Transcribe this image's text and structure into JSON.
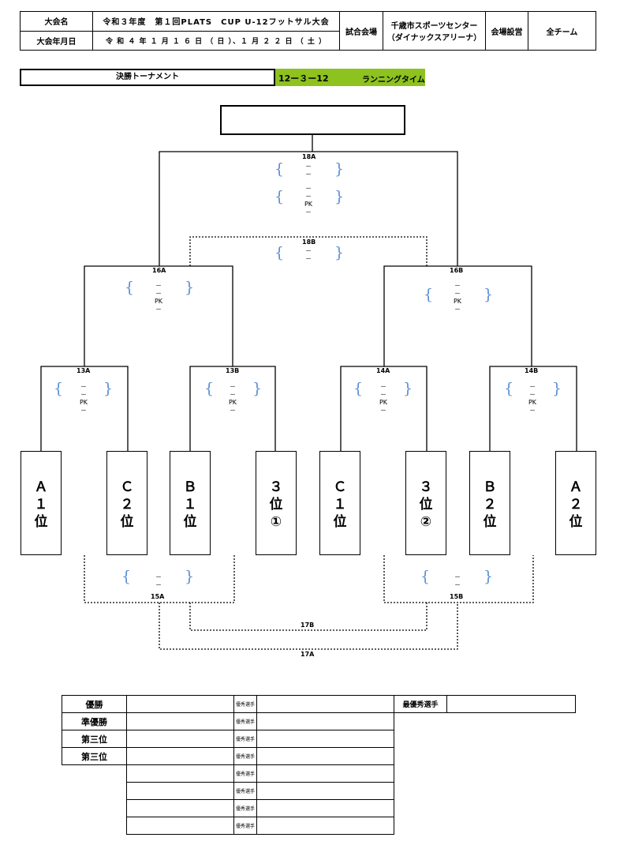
{
  "header": {
    "tournament_label": "大会名",
    "tournament_name": "令和３年度　第１回PLATS　CUP U-12フットサル大会",
    "date_label": "大会年月日",
    "date_value": "令 和 ４ 年 １ 月 １ ６ 日 （ 日 ）、１ 月 ２ ２ 日 （ 土 ）",
    "venue_label": "試合会場",
    "venue_line1": "千歳市スポーツセンター",
    "venue_line2": "（ダイナックスアリーナ）",
    "setup_label": "会場設営",
    "setup_value": "全チーム"
  },
  "section": {
    "title": "決勝トーナメント",
    "format": "12ー３ー12",
    "time_type": "ランニングタイム"
  },
  "matches": {
    "m18A": "18A",
    "m18B": "18B",
    "m16A": "16A",
    "m16B": "16B",
    "m13A": "13A",
    "m13B": "13B",
    "m14A": "14A",
    "m14B": "14B",
    "m15A": "15A",
    "m15B": "15B",
    "m17A": "17A",
    "m17B": "17B"
  },
  "score": {
    "dash": "－",
    "pk": "PK"
  },
  "teams": [
    [
      "Ａ",
      "１",
      "位"
    ],
    [
      "Ｃ",
      "２",
      "位"
    ],
    [
      "Ｂ",
      "１",
      "位"
    ],
    [
      "３",
      "位",
      "①"
    ],
    [
      "Ｃ",
      "１",
      "位"
    ],
    [
      "３",
      "位",
      "②"
    ],
    [
      "Ｂ",
      "２",
      "位"
    ],
    [
      "Ａ",
      "２",
      "位"
    ]
  ],
  "results": {
    "winner": "優勝",
    "runner_up": "準優勝",
    "third_1": "第三位",
    "third_2": "第三位",
    "excellent_player": "優秀選手",
    "mvp": "最優秀選手"
  }
}
